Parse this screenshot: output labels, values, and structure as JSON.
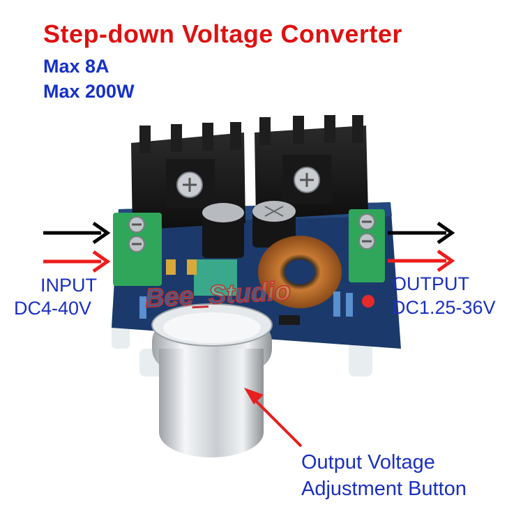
{
  "title": "Step-down Voltage Converter",
  "specs": {
    "current": "Max 8A",
    "power": "Max 200W"
  },
  "input": {
    "label": "INPUT",
    "range": "DC4-40V"
  },
  "output": {
    "label": "OUTPUT",
    "range": "DC1.25-36V"
  },
  "callout": {
    "line1": "Output Voltage",
    "line2": "Adjustment Button"
  },
  "watermark": "Bee_Studio",
  "colors": {
    "title": "#e01010",
    "labels": "#1a2fc0",
    "pcb": "#1b3a6b",
    "terminal": "#2fa65a",
    "arrow_red": "#ee1c1c",
    "arrow_black": "#000000"
  }
}
